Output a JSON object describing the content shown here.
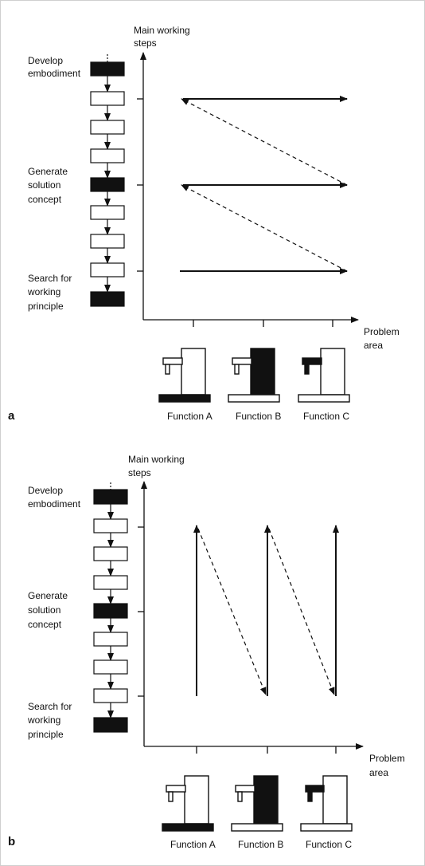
{
  "panels": [
    {
      "letter": "a",
      "y_axis_label": [
        "Main working",
        "steps"
      ],
      "x_axis_label": [
        "Problem",
        "area"
      ],
      "steps": [
        {
          "label": [
            "Develop",
            "embodiment"
          ]
        },
        {
          "label": [
            "Generate",
            "solution",
            "concept"
          ]
        },
        {
          "label": [
            "Search for",
            "working",
            "principle"
          ]
        }
      ],
      "functions": [
        "Function A",
        "Function B",
        "Function C"
      ]
    },
    {
      "letter": "b",
      "y_axis_label": [
        "Main working",
        "steps"
      ],
      "x_axis_label": [
        "Problem",
        "area"
      ],
      "steps": [
        {
          "label": [
            "Develop",
            "embodiment"
          ]
        },
        {
          "label": [
            "Generate",
            "solution",
            "concept"
          ]
        },
        {
          "label": [
            "Search for",
            "working",
            "principle"
          ]
        }
      ],
      "functions": [
        "Function A",
        "Function B",
        "Function C"
      ]
    }
  ]
}
